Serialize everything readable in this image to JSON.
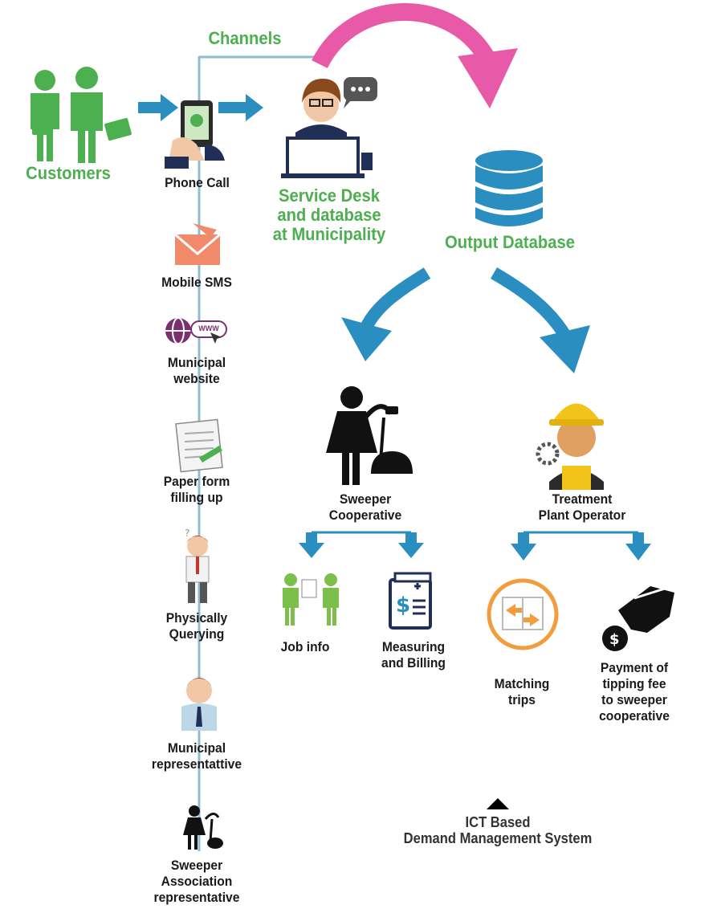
{
  "diagram": {
    "channels_label": "Channels",
    "customers_label": "Customers",
    "phone_call_label": "Phone Call",
    "service_desk_label": "Service Desk\nand database\nat Municipality",
    "output_database_label": "Output Database",
    "mobile_sms_label": "Mobile SMS",
    "municipal_website_label": "Municipal\nwebsite",
    "web_icon_text": "WWW",
    "paper_form_label": "Paper form\nfilling up",
    "physically_querying_label": "Physically\nQuerying",
    "municipal_rep_label": "Municipal\nrepresentattive",
    "sweeper_assoc_label": "Sweeper\nAssociation\nrepresentative",
    "sweeper_coop_label": "Sweeper\nCooperative",
    "treatment_label": "Treatment\nPlant Operator",
    "job_info_label": "Job info",
    "measuring_label": "Measuring\nand Billing",
    "matching_label": "Matching\ntrips",
    "payment_label": "Payment of\ntipping fee\nto sweeper\ncooperative",
    "ict_label": "ICT Based\nDemand Management System",
    "colors": {
      "arrow_blue": "#2a8fc0",
      "pink": "#e85aa8",
      "green": "#4caf50",
      "orange": "#f39c3d"
    }
  }
}
